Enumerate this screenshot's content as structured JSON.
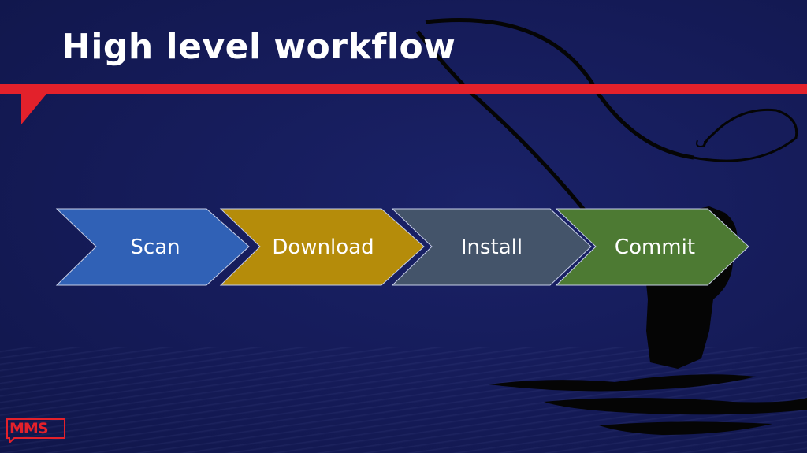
{
  "slide": {
    "title": "High level workflow"
  },
  "workflow": {
    "steps": [
      {
        "label": "Scan",
        "color": "#3061b6"
      },
      {
        "label": "Download",
        "color": "#b58c0a"
      },
      {
        "label": "Install",
        "color": "#44546a"
      },
      {
        "label": "Commit",
        "color": "#4d7a33"
      }
    ]
  },
  "branding": {
    "logo_text": "MMS",
    "accent": "#e3212b",
    "background": "#141a56"
  }
}
